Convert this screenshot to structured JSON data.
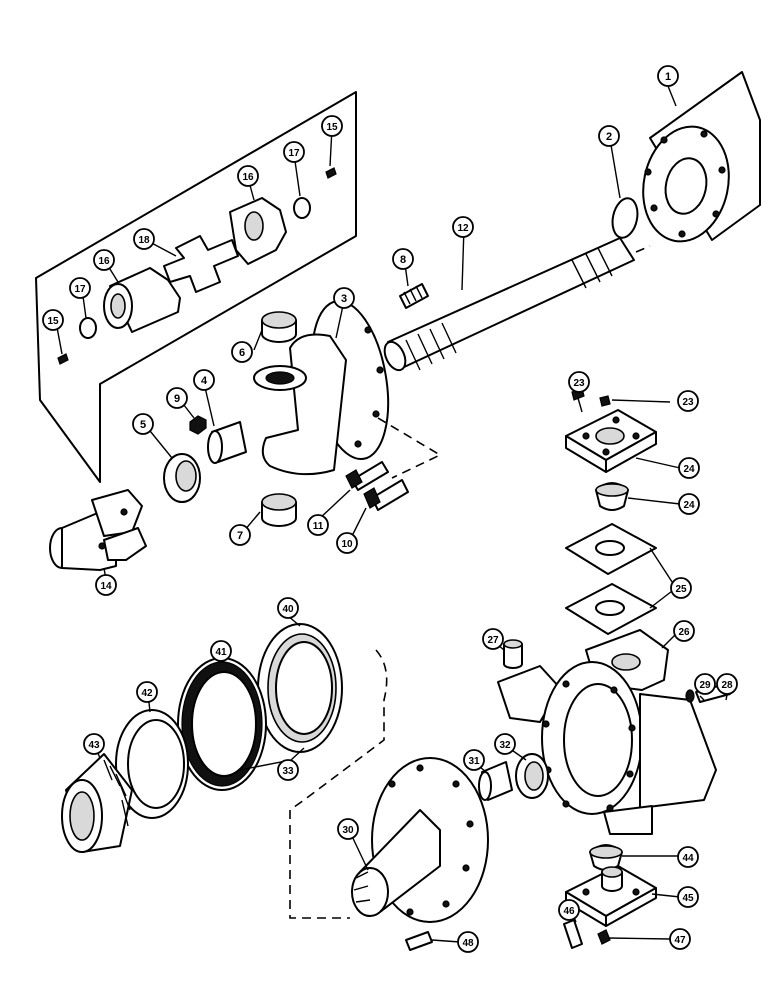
{
  "diagram": {
    "callouts": [
      {
        "label": "1"
      },
      {
        "label": "2"
      },
      {
        "label": "3"
      },
      {
        "label": "4"
      },
      {
        "label": "5"
      },
      {
        "label": "6"
      },
      {
        "label": "7"
      },
      {
        "label": "8"
      },
      {
        "label": "9"
      },
      {
        "label": "10"
      },
      {
        "label": "11"
      },
      {
        "label": "12"
      },
      {
        "label": "14"
      },
      {
        "label": "15"
      },
      {
        "label": "15"
      },
      {
        "label": "16"
      },
      {
        "label": "16"
      },
      {
        "label": "17"
      },
      {
        "label": "17"
      },
      {
        "label": "18"
      },
      {
        "label": "23"
      },
      {
        "label": "23"
      },
      {
        "label": "24"
      },
      {
        "label": "24"
      },
      {
        "label": "25"
      },
      {
        "label": "26"
      },
      {
        "label": "27"
      },
      {
        "label": "28"
      },
      {
        "label": "29"
      },
      {
        "label": "30"
      },
      {
        "label": "31"
      },
      {
        "label": "32"
      },
      {
        "label": "33"
      },
      {
        "label": "40"
      },
      {
        "label": "41"
      },
      {
        "label": "42"
      },
      {
        "label": "43"
      },
      {
        "label": "44"
      },
      {
        "label": "45"
      },
      {
        "label": "46"
      },
      {
        "label": "47"
      },
      {
        "label": "48"
      }
    ]
  }
}
